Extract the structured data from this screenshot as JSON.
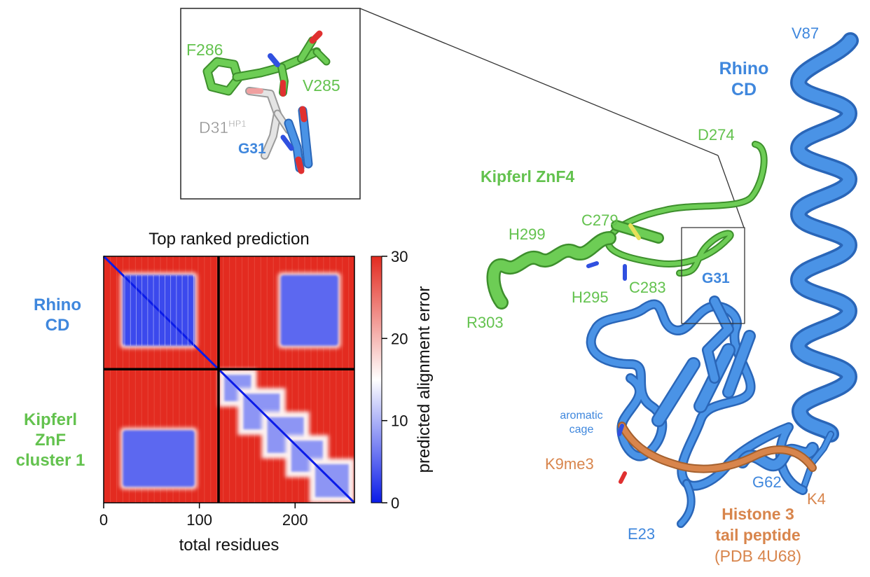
{
  "colors": {
    "rhino": "#3f87dd",
    "kipferl": "#63c24e",
    "histone": "#d8854c",
    "hp1": "#8c8c8c",
    "pae_high": "#e32b20",
    "pae_low": "#0a1be8",
    "divider": "#000000"
  },
  "inset": {
    "labels": {
      "f286": "F286",
      "v285": "V285",
      "d31": "D31",
      "d31_sup": "HP1",
      "g31": "G31"
    }
  },
  "structure": {
    "labels": {
      "v87": "V87",
      "rhino_cd_line1": "Rhino",
      "rhino_cd_line2": "CD",
      "d274": "D274",
      "kipferl_znf4": "Kipferl ZnF4",
      "c279": "C279",
      "h299": "H299",
      "h295": "H295",
      "c283": "C283",
      "g31": "G31",
      "r303": "R303",
      "aromatic_line1": "aromatic",
      "aromatic_line2": "cage",
      "k9me3": "K9me3",
      "g62": "G62",
      "k4": "K4",
      "e23": "E23",
      "histone_line1": "Histone 3",
      "histone_line2": "tail peptide",
      "histone_line3": "(PDB 4U68)"
    }
  },
  "chart_data": {
    "type": "heatmap",
    "title": "Top ranked prediction",
    "xlabel": "total residues",
    "ylabel_left_groups": [
      {
        "lines": [
          "Rhino",
          "CD"
        ],
        "color": "#3f87dd"
      },
      {
        "lines": [
          "Kipferl",
          "ZnF",
          "cluster 1"
        ],
        "color": "#63c24e"
      }
    ],
    "x_ticks": [
      "0",
      "100",
      "200"
    ],
    "x_tick_values": [
      0,
      100,
      200
    ],
    "xlim": [
      0,
      262
    ],
    "divider_at": 120,
    "colorbar": {
      "label": "predicted alignment error",
      "ticks": [
        "0",
        "10",
        "20",
        "30"
      ],
      "tick_values": [
        0,
        10,
        20,
        30
      ],
      "range": [
        0,
        30
      ],
      "colors": [
        "#0a1be8",
        "#ffffff",
        "#e32b20"
      ]
    },
    "blocks": [
      {
        "name": "Rhino CD domain",
        "range": [
          20,
          95
        ],
        "pae": 3
      },
      {
        "name": "Rhino CD vs ZnF",
        "rows": [
          20,
          95
        ],
        "cols": [
          185,
          245
        ],
        "pae": 5
      },
      {
        "name": "ZnF vs Rhino CD",
        "rows": [
          185,
          245
        ],
        "cols": [
          20,
          95
        ],
        "pae": 5
      },
      {
        "name": "ZnF cluster diagonal",
        "range": [
          120,
          262
        ],
        "pae": 8
      }
    ]
  }
}
